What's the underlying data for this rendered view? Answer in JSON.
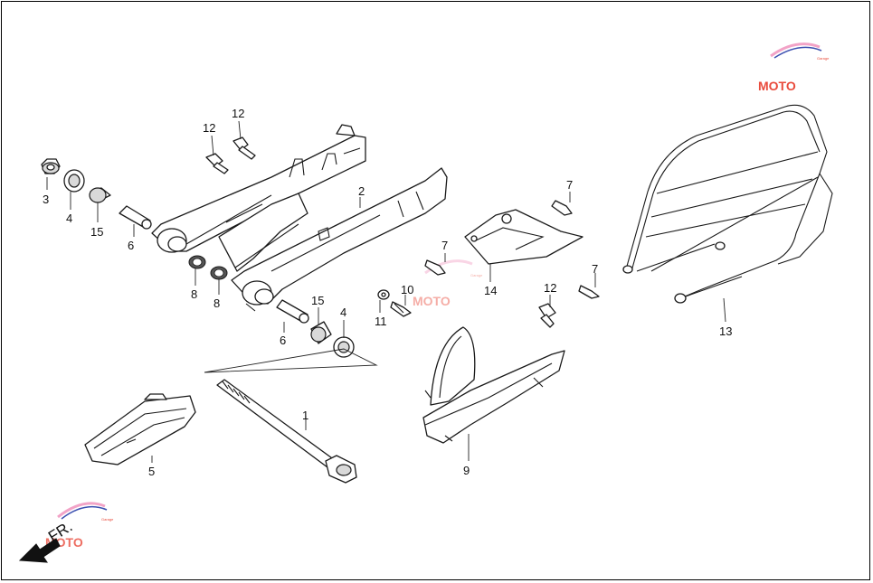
{
  "diagram": {
    "labels": {
      "p1": "1",
      "p2": "2",
      "p3": "3",
      "p4a": "4",
      "p4b": "4",
      "p5": "5",
      "p6a": "6",
      "p6b": "6",
      "p7a": "7",
      "p7b": "7",
      "p7c": "7",
      "p8a": "8",
      "p8b": "8",
      "p9": "9",
      "p10": "10",
      "p11": "11",
      "p12a": "12",
      "p12b": "12",
      "p12c": "12",
      "p13": "13",
      "p14": "14",
      "p15a": "15",
      "p15b": "15"
    },
    "direction_label": "FR.",
    "watermark": {
      "text": "MOTO",
      "subtitle": "Garage"
    }
  },
  "colors": {
    "line": "#1a1a1a",
    "watermark_red": "#e94b3c",
    "watermark_blue": "#3b4fb0",
    "watermark_pink": "#f2a3c7"
  }
}
